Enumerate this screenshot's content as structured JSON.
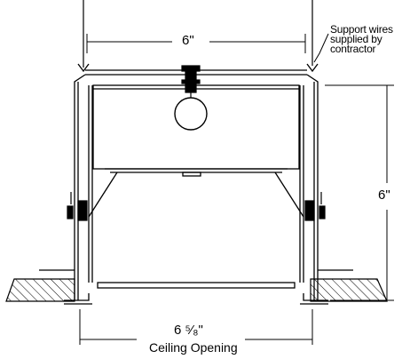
{
  "dimensions": {
    "width_top": "6\"",
    "height_right": "6\"",
    "ceiling_width": "6 ⁵⁄₈\""
  },
  "labels": {
    "ceiling_opening": "Ceiling Opening",
    "support_note_line1": "Support wires",
    "support_note_line2": "supplied by",
    "support_note_line3": "contractor"
  },
  "colors": {
    "line": "#000000",
    "background": "#ffffff"
  }
}
